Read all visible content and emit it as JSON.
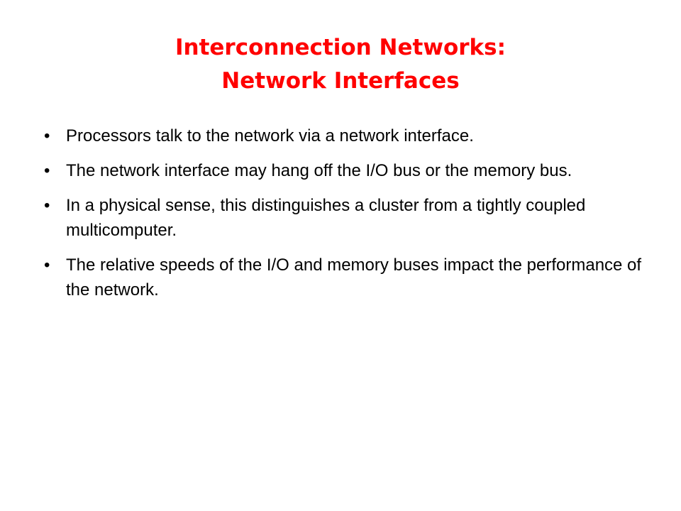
{
  "slide": {
    "title_line1": "Interconnection Networks:",
    "title_line2": "Network Interfaces",
    "bullet_glyph": "•",
    "bullets": [
      "Processors talk to the network via a network interface.",
      "The network interface may hang off the I/O bus or the memory bus.",
      "In a physical sense, this distinguishes a cluster from a tightly coupled multicomputer.",
      "The relative speeds of the I/O and memory buses impact the performance of the network."
    ]
  },
  "colors": {
    "title": "#ff0000",
    "body_text": "#000000",
    "background": "#ffffff"
  }
}
